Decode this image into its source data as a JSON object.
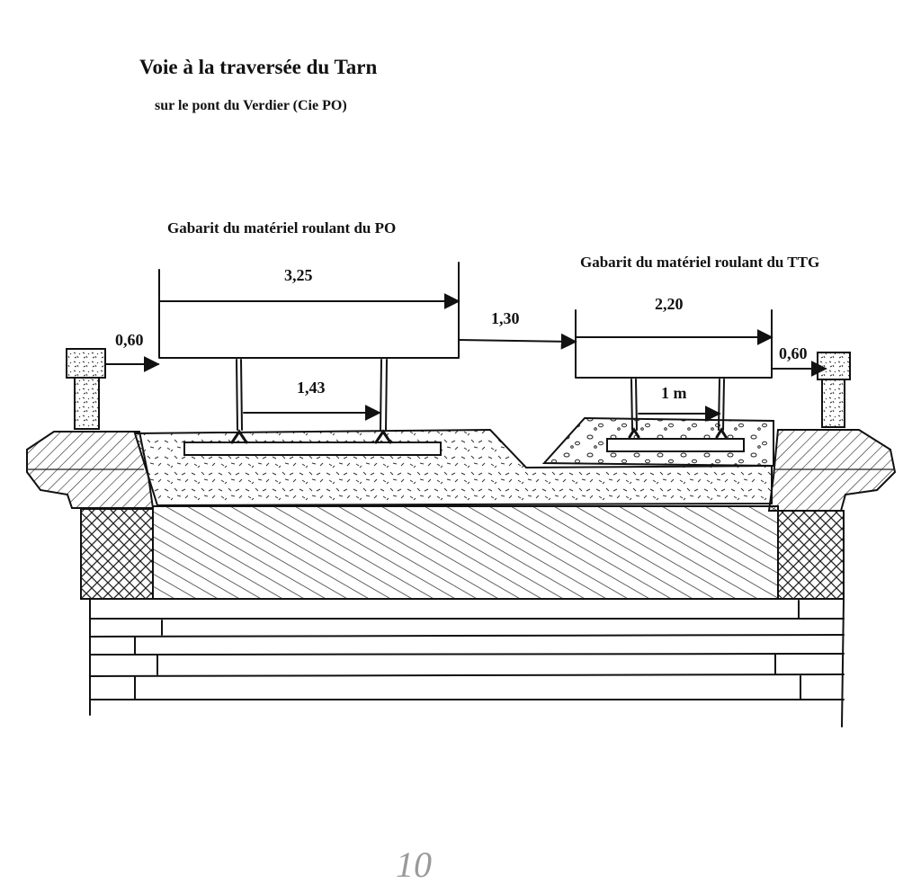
{
  "title": "Voie à la traversée du Tarn",
  "subtitle": "sur le pont du Verdier (Cie PO)",
  "gabarit_po": {
    "label": "Gabarit du matériel roulant du PO",
    "width": "3,25",
    "gauge": "1,43"
  },
  "gabarit_ttg": {
    "label": "Gabarit du matériel roulant du TTG",
    "width": "2,20",
    "gauge": "1 m"
  },
  "dimensions": {
    "left_clearance": "0,60",
    "between": "1,30",
    "right_clearance": "0,60"
  },
  "page_number": "10",
  "colors": {
    "ink": "#111111",
    "paper": "#ffffff",
    "pencil": "#9a9a9a"
  }
}
